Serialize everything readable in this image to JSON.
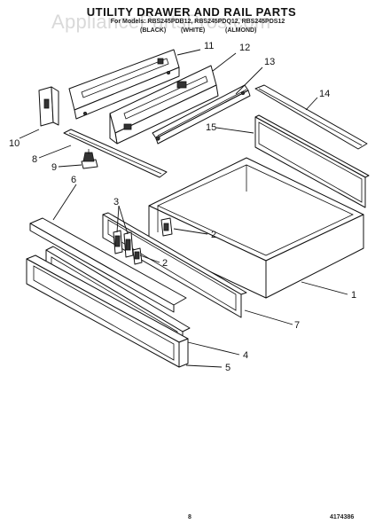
{
  "header": {
    "title": "UTILITY DRAWER AND RAIL PARTS",
    "models": "For Models: RBS245PDB12, RBS245PDQ12, RBS245PDS12",
    "color_black": "(BLACK)",
    "color_white": "(WHITE)",
    "color_almond": "(ALMOND)"
  },
  "watermark": "AppliancePartsPros.com",
  "callouts": {
    "c1": "1",
    "c2a": "2",
    "c2b": "2",
    "c3": "3",
    "c4": "4",
    "c5": "5",
    "c6": "6",
    "c7": "7",
    "c8": "8",
    "c9": "9",
    "c10": "10",
    "c11": "11",
    "c12": "12",
    "c13": "13",
    "c14": "14",
    "c15": "15"
  },
  "footer": {
    "page": "8",
    "doc_id": "4174386"
  }
}
